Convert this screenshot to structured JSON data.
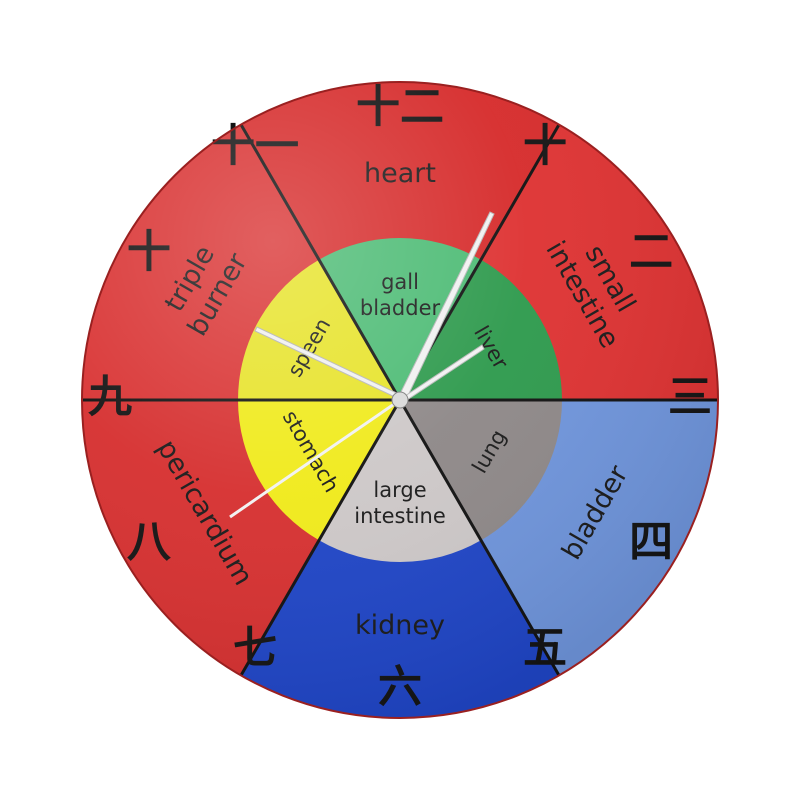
{
  "clock": {
    "outer_segments": [
      {
        "label": "heart",
        "color": "#d62b2b"
      },
      {
        "label": "small intestine",
        "color": "#de3232"
      },
      {
        "label": "bladder",
        "color": "#6f95dc"
      },
      {
        "label": "kidney",
        "color": "#1f45c6"
      },
      {
        "label": "pericardium",
        "color": "#d63030"
      },
      {
        "label": "triple burner",
        "color": "#d93333"
      }
    ],
    "inner_segments": [
      {
        "label": "gall bladder",
        "color": "#4cbb74"
      },
      {
        "label": "liver",
        "color": "#2e9a4d"
      },
      {
        "label": "lung",
        "color": "#8e8888"
      },
      {
        "label": "large intestine",
        "color": "#cdc8c8"
      },
      {
        "label": "stomach",
        "color": "#f0ea1a"
      },
      {
        "label": "speen",
        "color": "#e7e329"
      }
    ],
    "glyphs": [
      {
        "name": "hour-glyph-top",
        "text": "十二"
      },
      {
        "name": "hour-glyph-upper-right",
        "text": "十"
      },
      {
        "name": "hour-glyph-right-upper",
        "text": "二"
      },
      {
        "name": "hour-glyph-right",
        "text": "三"
      },
      {
        "name": "hour-glyph-right-lower",
        "text": "四"
      },
      {
        "name": "hour-glyph-lower-right",
        "text": "五"
      },
      {
        "name": "hour-glyph-bottom",
        "text": "六"
      },
      {
        "name": "hour-glyph-lower-left",
        "text": "七"
      },
      {
        "name": "hour-glyph-left-lower",
        "text": "八"
      },
      {
        "name": "hour-glyph-left",
        "text": "九"
      },
      {
        "name": "hour-glyph-left-upper",
        "text": "十"
      },
      {
        "name": "hour-glyph-upper-left",
        "text": "十一"
      }
    ],
    "hands_color": "#f2f2f2",
    "divider_color": "#111111"
  }
}
